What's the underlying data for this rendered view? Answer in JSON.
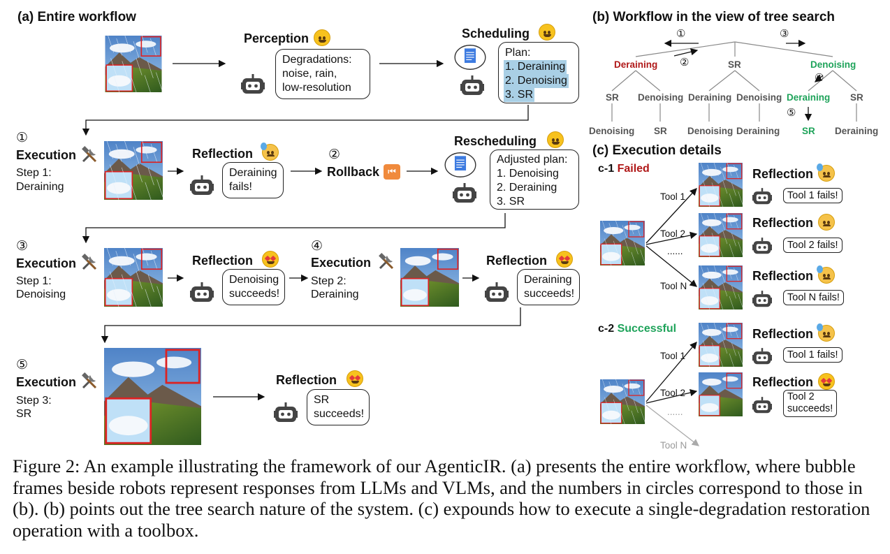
{
  "section_a": {
    "title": "(a) Entire workflow",
    "perception": {
      "label": "Perception",
      "bubble": [
        "Degradations:",
        "noise, rain,",
        "low-resolution"
      ]
    },
    "scheduling": {
      "label": "Scheduling",
      "plan_title": "Plan:",
      "plan": [
        "1. Deraining",
        "2. Denoising",
        "3. SR"
      ]
    },
    "step1": {
      "number": "①",
      "label": "Execution",
      "sub": [
        "Step 1:",
        "Deraining"
      ]
    },
    "reflection1": {
      "label": "Reflection",
      "bubble": [
        "Deraining",
        "fails!"
      ]
    },
    "rollback": {
      "number": "②",
      "label": "Rollback"
    },
    "rescheduling": {
      "label": "Rescheduling",
      "plan": [
        "Adjusted plan:",
        "1. Denoising",
        "2. Deraining",
        "3. SR"
      ]
    },
    "step3": {
      "number": "③",
      "label": "Execution",
      "sub": [
        "Step 1:",
        "Denoising"
      ]
    },
    "reflection3": {
      "label": "Reflection",
      "bubble": [
        "Denoising",
        "succeeds!"
      ]
    },
    "step4": {
      "number": "④",
      "label": "Execution",
      "sub": [
        "Step 2:",
        "Deraining"
      ]
    },
    "reflection4": {
      "label": "Reflection",
      "bubble": [
        "Deraining",
        "succeeds!"
      ]
    },
    "step5": {
      "number": "⑤",
      "label": "Execution",
      "sub": [
        "Step 3:",
        "SR"
      ]
    },
    "reflection5": {
      "label": "Reflection",
      "bubble": [
        "SR",
        "succeeds!"
      ]
    }
  },
  "section_b": {
    "title": "(b) Workflow in the view of tree search",
    "nums": [
      "①",
      "②",
      "③",
      "④",
      "⑤"
    ],
    "level1": [
      "Deraining",
      "SR",
      "Denoising"
    ],
    "level2": [
      "SR",
      "Denoising",
      "Deraining",
      "Denoising",
      "Deraining",
      "SR"
    ],
    "level3": [
      "Denoising",
      "SR",
      "Denoising",
      "Deraining",
      "SR",
      "Deraining"
    ]
  },
  "section_c": {
    "title": "(c) Execution details",
    "failed": {
      "prefix": "c-1",
      "status": "Failed",
      "tools": [
        "Tool 1",
        "Tool 2",
        "......",
        "Tool N"
      ],
      "reflection_label": "Reflection",
      "bubbles": [
        "Tool 1 fails!",
        "Tool 2 fails!",
        "Tool N fails!"
      ]
    },
    "success": {
      "prefix": "c-2",
      "status": "Successful",
      "tools": [
        "Tool 1",
        "Tool 2",
        "......",
        "Tool N"
      ],
      "reflection_label": "Reflection",
      "bubbles": [
        "Tool 1 fails!",
        "Tool 2",
        "succeeds!"
      ]
    }
  },
  "caption": "Figure 2: An example illustrating the framework of our AgenticIR. (a) presents the entire workflow, where bubble frames beside robots represent responses from LLMs and VLMs, and the numbers in circles correspond to those in (b). (b) points out the tree search nature of the system. (c) expounds how to execute a single-degradation restoration operation with a toolbox.",
  "colors": {
    "failed": "#b01818",
    "success": "#1ea35a",
    "highlight": "#a9cfe5"
  }
}
